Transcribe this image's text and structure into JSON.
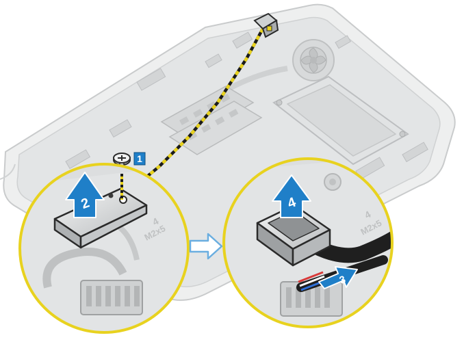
{
  "colors": {
    "accent_blue": "#1f7fc8",
    "callout_yellow": "#e8d21f",
    "laptop_gray": "#d9dbdc",
    "part_gray": "#e2e4e5"
  },
  "steps": [
    {
      "number": "1",
      "action": "remove-screw"
    },
    {
      "number": "2",
      "action": "lift-bracket"
    },
    {
      "number": "3",
      "action": "disconnect-cable"
    },
    {
      "number": "4",
      "action": "lift-power-connector"
    }
  ],
  "markings": {
    "screw_size_left": "M2x5",
    "screw_qty_left": "4",
    "screw_size_right": "M2x5",
    "screw_qty_right": "4"
  }
}
